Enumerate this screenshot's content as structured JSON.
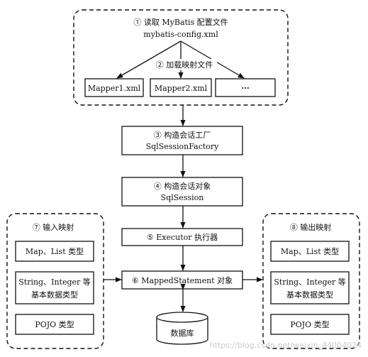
{
  "config_group": {
    "step1": "① 读取 MyBatis 配置文件",
    "config_file": "mybatis-config.xml",
    "step2": "② 加载映射文件",
    "mappers": [
      "Mapper1.xml",
      "Mapper2.xml",
      "···"
    ]
  },
  "factory": {
    "line1": "③ 构造会话工厂",
    "line2": "SqlSessionFactory"
  },
  "session": {
    "line1": "④ 构造会话对象",
    "line2": "SqlSession"
  },
  "executor": {
    "label": "⑤ Executor 执行器"
  },
  "mapped_statement": {
    "label": "⑥ MappedStatement 对象"
  },
  "database": {
    "label": "数据库"
  },
  "input_mapping": {
    "title": "⑦ 输入映射",
    "types": [
      [
        "Map、List 类型"
      ],
      [
        "String、Integer 等",
        "基本数据类型"
      ],
      [
        "POJO 类型"
      ]
    ]
  },
  "output_mapping": {
    "title": "⑧ 输出映射",
    "types": [
      [
        "Map、List 类型"
      ],
      [
        "String、Integer 等",
        "基本数据类型"
      ],
      [
        "POJO 类型"
      ]
    ]
  },
  "watermark": "https://blog.csdn.net/weixin_44004024"
}
